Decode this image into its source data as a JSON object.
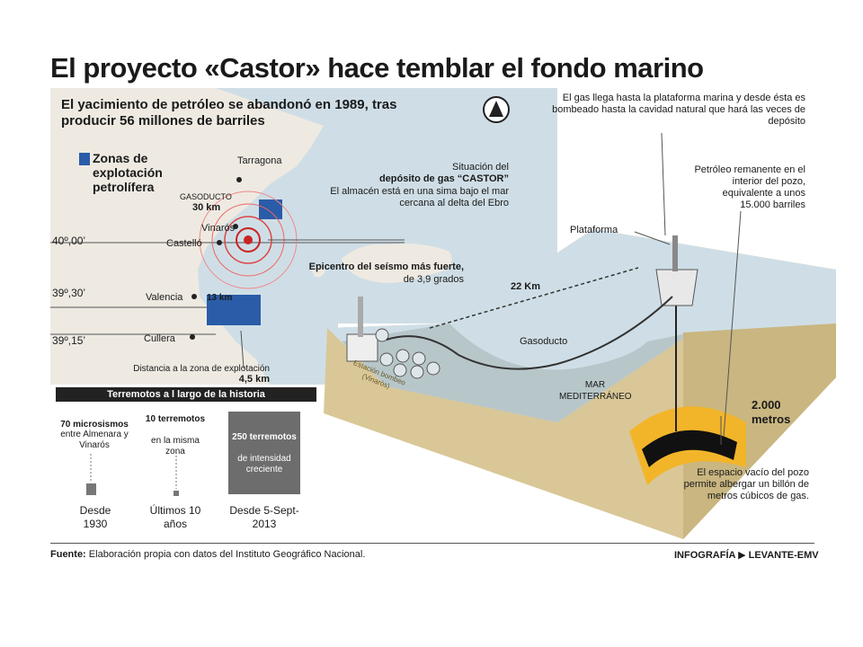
{
  "title": "El proyecto «Castor» hace temblar el fondo marino",
  "subtitle": "El yacimiento de petróleo se abandonó en 1989, tras producir 56 millones de barriles",
  "legend": {
    "label": "Zonas de explotación petrolífera",
    "color": "#2a5ca8"
  },
  "map": {
    "cities": [
      "Tarragona",
      "Vinarós",
      "Castelló",
      "Valencia",
      "Cullera"
    ],
    "gasoducto_label": "GASODUCTO",
    "dist_30": "30 km",
    "dist_13": "13 km",
    "lat_labels": [
      "40º,00’",
      "39º,30’",
      "39º,15’"
    ],
    "castor_situacion": "Situación del",
    "castor_deposito": "depósito de gas “CASTOR”",
    "castor_almacen": "El almacén está en una sima bajo el mar cercana al delta del Ebro",
    "epicentro_bold": "Epicentro del seísmo más fuerte,",
    "epicentro_grados": "de 3,9 grados",
    "distancia_label": "Distancia a la zona de explotación",
    "distancia_value": "4,5 km"
  },
  "history": {
    "header": "Terremotos a l largo de la historia",
    "col1": {
      "count": "70 microsismos",
      "desc": "entre Almenara y Vinarós",
      "period": "Desde 1930"
    },
    "col2": {
      "count": "10 terremotos",
      "desc": "en la misma zona",
      "period": "Últimos 10 años"
    },
    "col3": {
      "count": "250 terremotos",
      "desc": "de intensidad creciente",
      "period": "Desde 5-Sept-2013"
    }
  },
  "diagram": {
    "gas_note": "El gas llega hasta la plataforma marina y desde ésta es bombeado hasta la cavidad natural que hará las veces de depósito",
    "petroleo_note": "Petróleo remanente en el interior del pozo, equivalente a unos 15.000 barriles",
    "plataforma": "Plataforma",
    "distance": "22 Km",
    "gasoducto": "Gasoducto",
    "mar": "MAR MEDITERRÁNEO",
    "estacion": "Estación bombeo (Vinaròs)",
    "depth": "2.000 metros",
    "espacio_note": "El espacio vacío del pozo permite albergar un billón de metros cúbicos de gas."
  },
  "footer": {
    "source_label": "Fuente:",
    "source_text": "Elaboración propia con datos del Instituto Geográfico Nacional.",
    "credit_prefix": "INFOGRAFÍA",
    "credit_name": "LEVANTE-EMV"
  },
  "colors": {
    "sea": "#cfdee6",
    "land": "#eeeae2",
    "sand": "#d9c797",
    "oil": "#f2b52a",
    "black": "#111111"
  }
}
